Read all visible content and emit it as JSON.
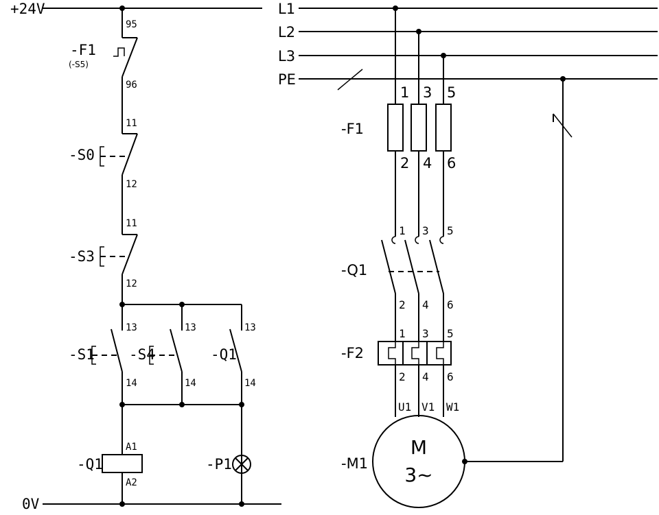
{
  "control": {
    "supply_top": "+24V",
    "supply_bottom": "0V",
    "f1": {
      "tag": "-F1",
      "sub": "(-S5)",
      "t1": "95",
      "t2": "96"
    },
    "s0": {
      "tag": "-S0",
      "t1": "11",
      "t2": "12"
    },
    "s3": {
      "tag": "-S3",
      "t1": "11",
      "t2": "12"
    },
    "s1": {
      "tag": "-S1",
      "t1": "13",
      "t2": "14"
    },
    "s4": {
      "tag": "-S4",
      "t1": "13",
      "t2": "14"
    },
    "q1c": {
      "tag": "-Q1",
      "t1": "13",
      "t2": "14"
    },
    "coil": {
      "tag": "-Q1",
      "a1": "A1",
      "a2": "A2"
    },
    "lamp": {
      "tag": "-P1"
    }
  },
  "power": {
    "rails": [
      "L1",
      "L2",
      "L3",
      "PE"
    ],
    "fuses": {
      "tag": "-F1",
      "top": [
        "1",
        "3",
        "5"
      ],
      "bottom": [
        "2",
        "4",
        "6"
      ]
    },
    "contactor": {
      "tag": "-Q1",
      "top": [
        "1",
        "3",
        "5"
      ],
      "bottom": [
        "2",
        "4",
        "6"
      ]
    },
    "overload": {
      "tag": "-F2",
      "top": [
        "1",
        "3",
        "5"
      ],
      "bottom": [
        "2",
        "4",
        "6"
      ]
    },
    "motor_terminals": [
      "U1",
      "V1",
      "W1"
    ],
    "motor": {
      "tag": "-M1",
      "letter": "M",
      "phase": "3~"
    }
  }
}
